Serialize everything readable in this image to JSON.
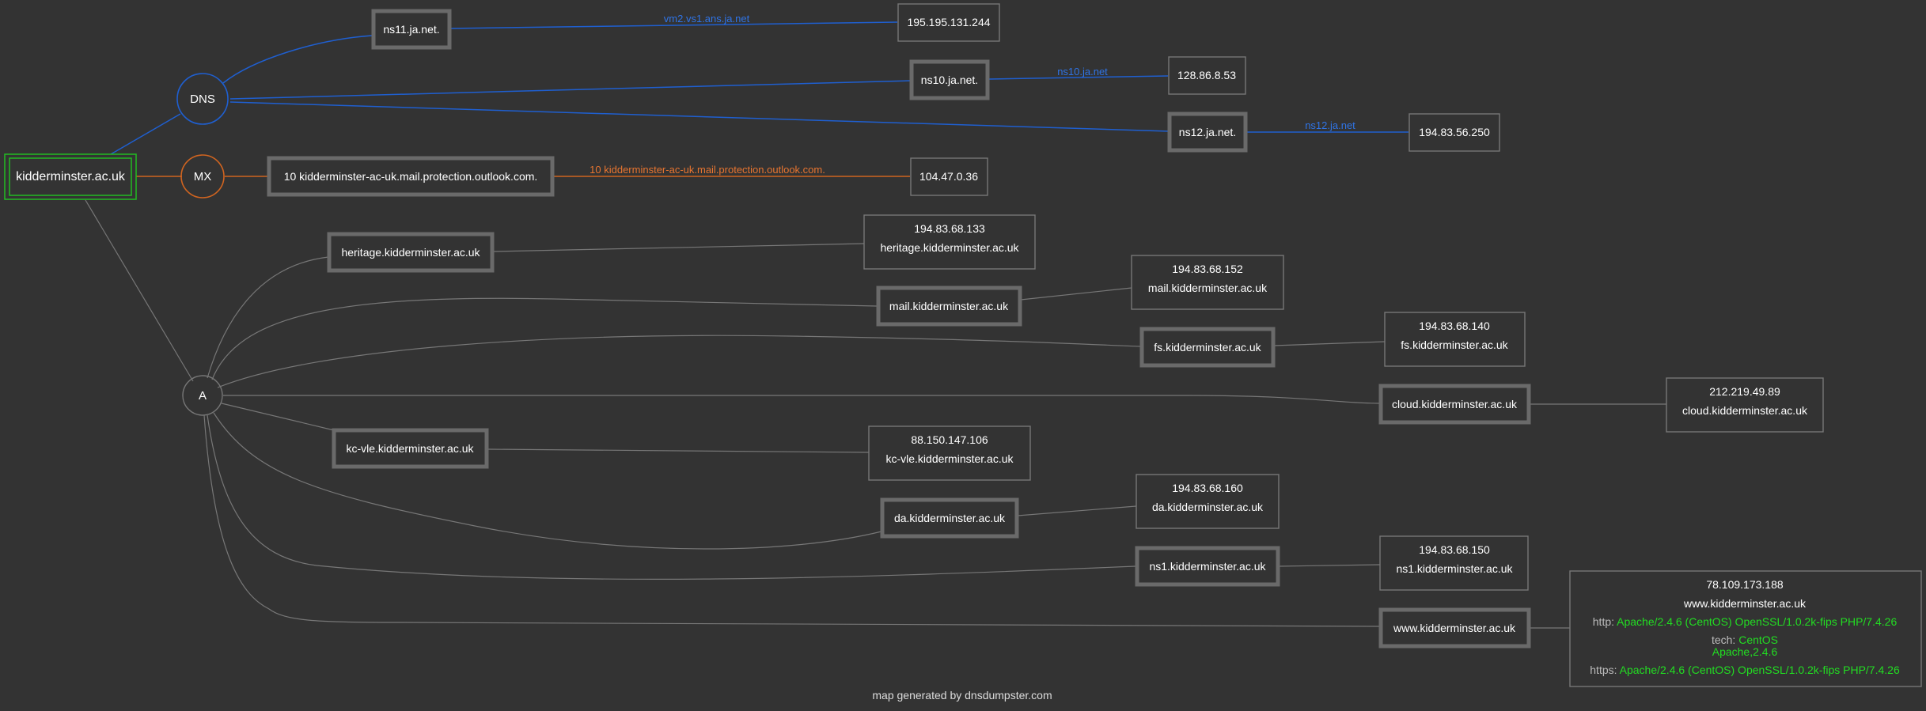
{
  "colors": {
    "background": "#333333",
    "text": "#ffffff",
    "box_border": "#777777",
    "thick_border": "#6a6a6a",
    "root_border": "#22bb22",
    "dns": "#1f5fd0",
    "dns_label": "#2f74e6",
    "mx": "#d06420",
    "mx_label": "#e87530",
    "edge": "#777777",
    "green_value": "#22dd22",
    "muted": "#bbbbbb"
  },
  "root": {
    "label": "kidderminster.ac.uk"
  },
  "hubs": {
    "dns": "DNS",
    "mx": "MX",
    "a": "A"
  },
  "dns_records": [
    {
      "host": "ns11.ja.net.",
      "edge_label": "vm2.vs1.ans.ja.net",
      "ip": "195.195.131.244"
    },
    {
      "host": "ns10.ja.net.",
      "edge_label": "ns10.ja.net",
      "ip": "128.86.8.53"
    },
    {
      "host": "ns12.ja.net.",
      "edge_label": "ns12.ja.net",
      "ip": "194.83.56.250"
    }
  ],
  "mx_records": [
    {
      "host": "10 kidderminster-ac-uk.mail.protection.outlook.com.",
      "edge_label": "10 kidderminster-ac-uk.mail.protection.outlook.com.",
      "ip": "104.47.0.36"
    }
  ],
  "a_records": [
    {
      "host": "heritage.kidderminster.ac.uk",
      "ip": "194.83.68.133",
      "reverse": "heritage.kidderminster.ac.uk"
    },
    {
      "host": "mail.kidderminster.ac.uk",
      "ip": "194.83.68.152",
      "reverse": "mail.kidderminster.ac.uk"
    },
    {
      "host": "fs.kidderminster.ac.uk",
      "ip": "194.83.68.140",
      "reverse": "fs.kidderminster.ac.uk"
    },
    {
      "host": "cloud.kidderminster.ac.uk",
      "ip": "212.219.49.89",
      "reverse": "cloud.kidderminster.ac.uk"
    },
    {
      "host": "kc-vle.kidderminster.ac.uk",
      "ip": "88.150.147.106",
      "reverse": "kc-vle.kidderminster.ac.uk"
    },
    {
      "host": "da.kidderminster.ac.uk",
      "ip": "194.83.68.160",
      "reverse": "da.kidderminster.ac.uk"
    },
    {
      "host": "ns1.kidderminster.ac.uk",
      "ip": "194.83.68.150",
      "reverse": "ns1.kidderminster.ac.uk"
    },
    {
      "host": "www.kidderminster.ac.uk",
      "ip": "78.109.173.188",
      "reverse": "www.kidderminster.ac.uk",
      "http_label": "http:",
      "http_value": "Apache/2.4.6 (CentOS) OpenSSL/1.0.2k-fips PHP/7.4.26",
      "tech_label": "tech:",
      "tech_value_1": "CentOS",
      "tech_value_2": "Apache,2.4.6",
      "https_label": "https:",
      "https_value": "Apache/2.4.6 (CentOS) OpenSSL/1.0.2k-fips PHP/7.4.26"
    }
  ],
  "footer": "map generated by dnsdumpster.com"
}
